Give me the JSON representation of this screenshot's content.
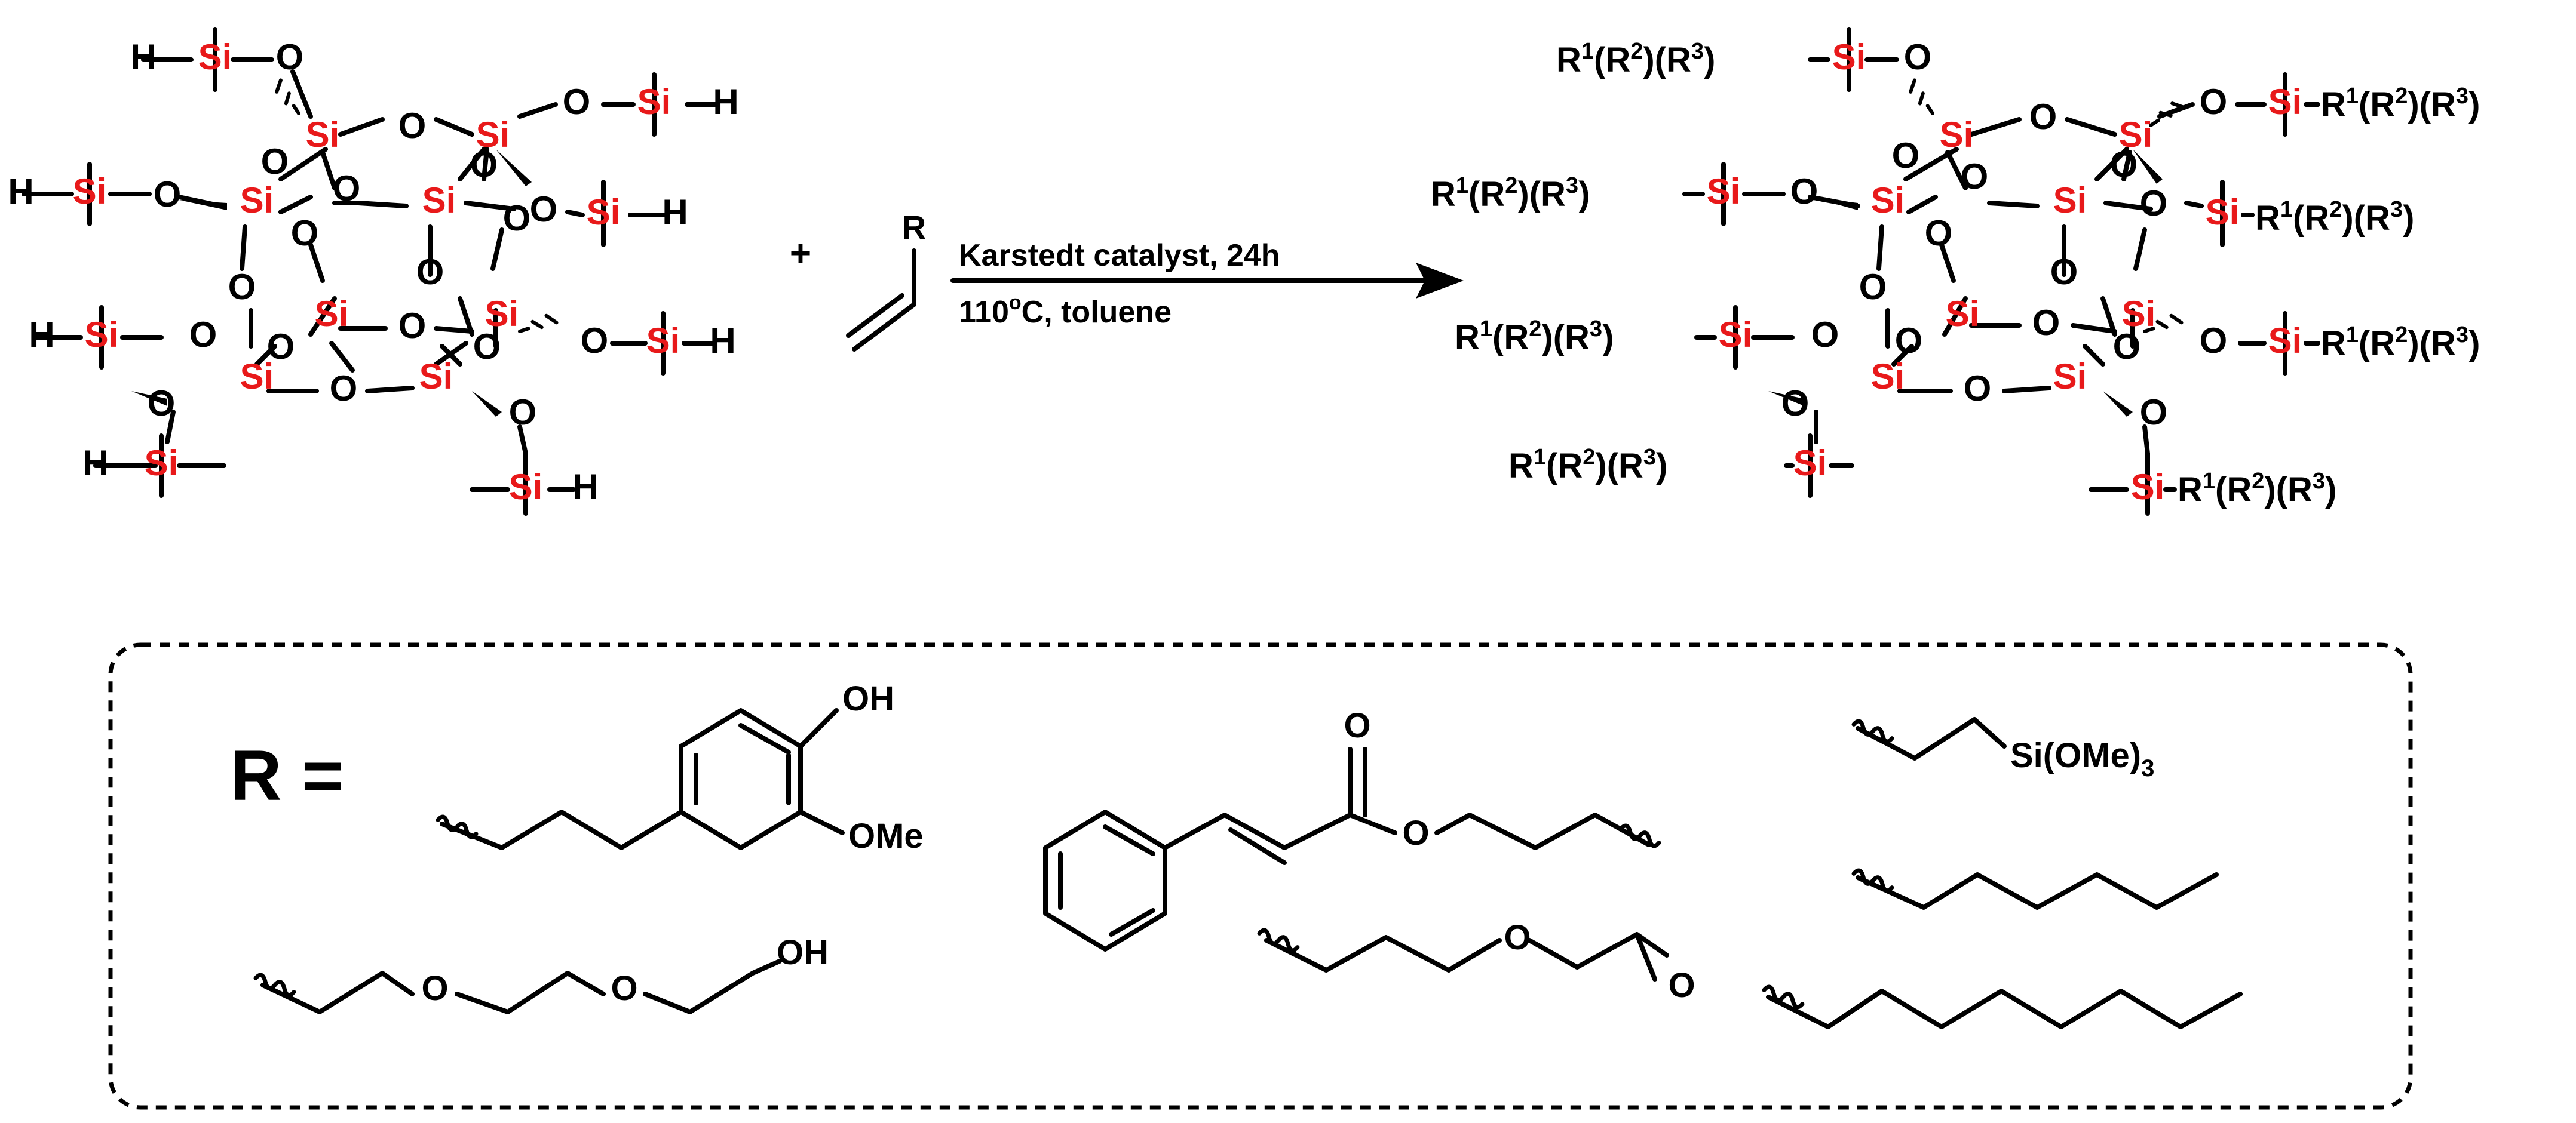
{
  "colors": {
    "silicon": "#e8191a",
    "bond": "#000000",
    "background": "#ffffff"
  },
  "atoms": {
    "si": "Si",
    "o": "O",
    "h": "H"
  },
  "reaction": {
    "plus": "+",
    "alkene_r": "R",
    "condition_1": "Karstedt catalyst, 24h",
    "condition_2_temp": "110",
    "condition_2_degree": "o",
    "condition_2_rest": "C, toluene"
  },
  "substituent_tokens": {
    "r": "R",
    "r1_sup": "1",
    "r2_sup": "2",
    "r3_sup": "3",
    "lp1": "(",
    "rp1": ")(",
    "rp2": ")"
  },
  "r_groups": {
    "heading": "R =",
    "oh": "OH",
    "ome": "OMe",
    "carbonyl_o": "O",
    "ester_o": "O",
    "ether_o": "O",
    "epoxide_o": "O",
    "silane": "Si(OMe)",
    "silane_sub": "3"
  }
}
